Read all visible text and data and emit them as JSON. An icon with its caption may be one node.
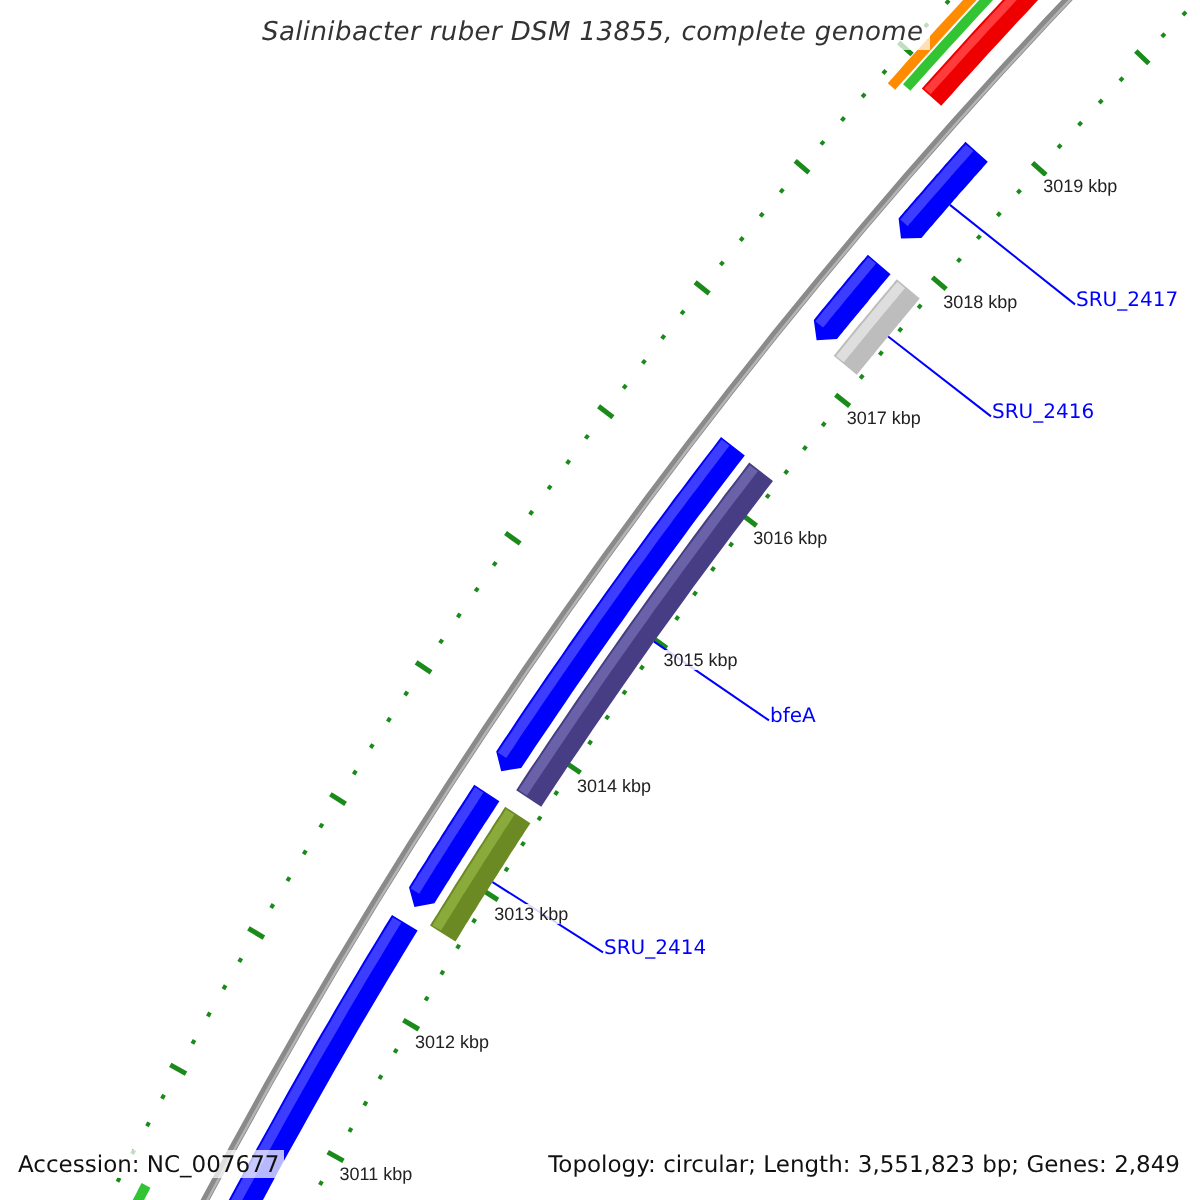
{
  "diagram": {
    "title": "Salinibacter ruber DSM 13855, complete genome",
    "nodes": [
      {
        "text": [
          "SRU_2417"
        ]
      },
      {
        "text": [
          "SRU_2416"
        ]
      },
      {
        "text": [
          "bfeA"
        ]
      },
      {
        "text": [
          "SRU_2414"
        ]
      },
      {
        "text": [],
        "shape": "arrow"
      },
      {
        "text": [],
        "shape": "bar"
      },
      {
        "text": [],
        "shape": "bar"
      },
      {
        "text": [],
        "shape": "bar"
      }
    ],
    "edges": [
      {
        "from": 0,
        "to": 4,
        "arrow": "none"
      },
      {
        "from": 1,
        "to": 5,
        "arrow": "none"
      },
      {
        "from": 2,
        "to": 6,
        "arrow": "none"
      },
      {
        "from": 3,
        "to": 7,
        "arrow": "none"
      }
    ],
    "labels": [
      "3019 kbp",
      "3018 kbp",
      "3017 kbp",
      "3016 kbp",
      "3015 kbp",
      "3014 kbp",
      "3013 kbp",
      "3012 kbp",
      "3011 kbp",
      "Accession: NC_007677",
      "Topology: circular; Length: 3,551,823 bp; Genes: 2,849"
    ]
  }
}
